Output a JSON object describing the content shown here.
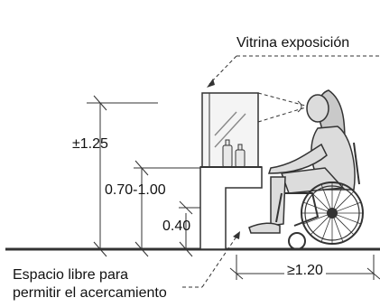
{
  "diagram": {
    "display_case_label": "Vitrina exposición",
    "dimension_labels": {
      "total_height": "±1.25",
      "counter_height": "0.70-1.00",
      "knee_clearance": "0.40",
      "approach_depth": "≥1.20"
    },
    "free_space_label": {
      "line1": "Espacio libre para",
      "line2": "permitir el acercamiento"
    }
  }
}
